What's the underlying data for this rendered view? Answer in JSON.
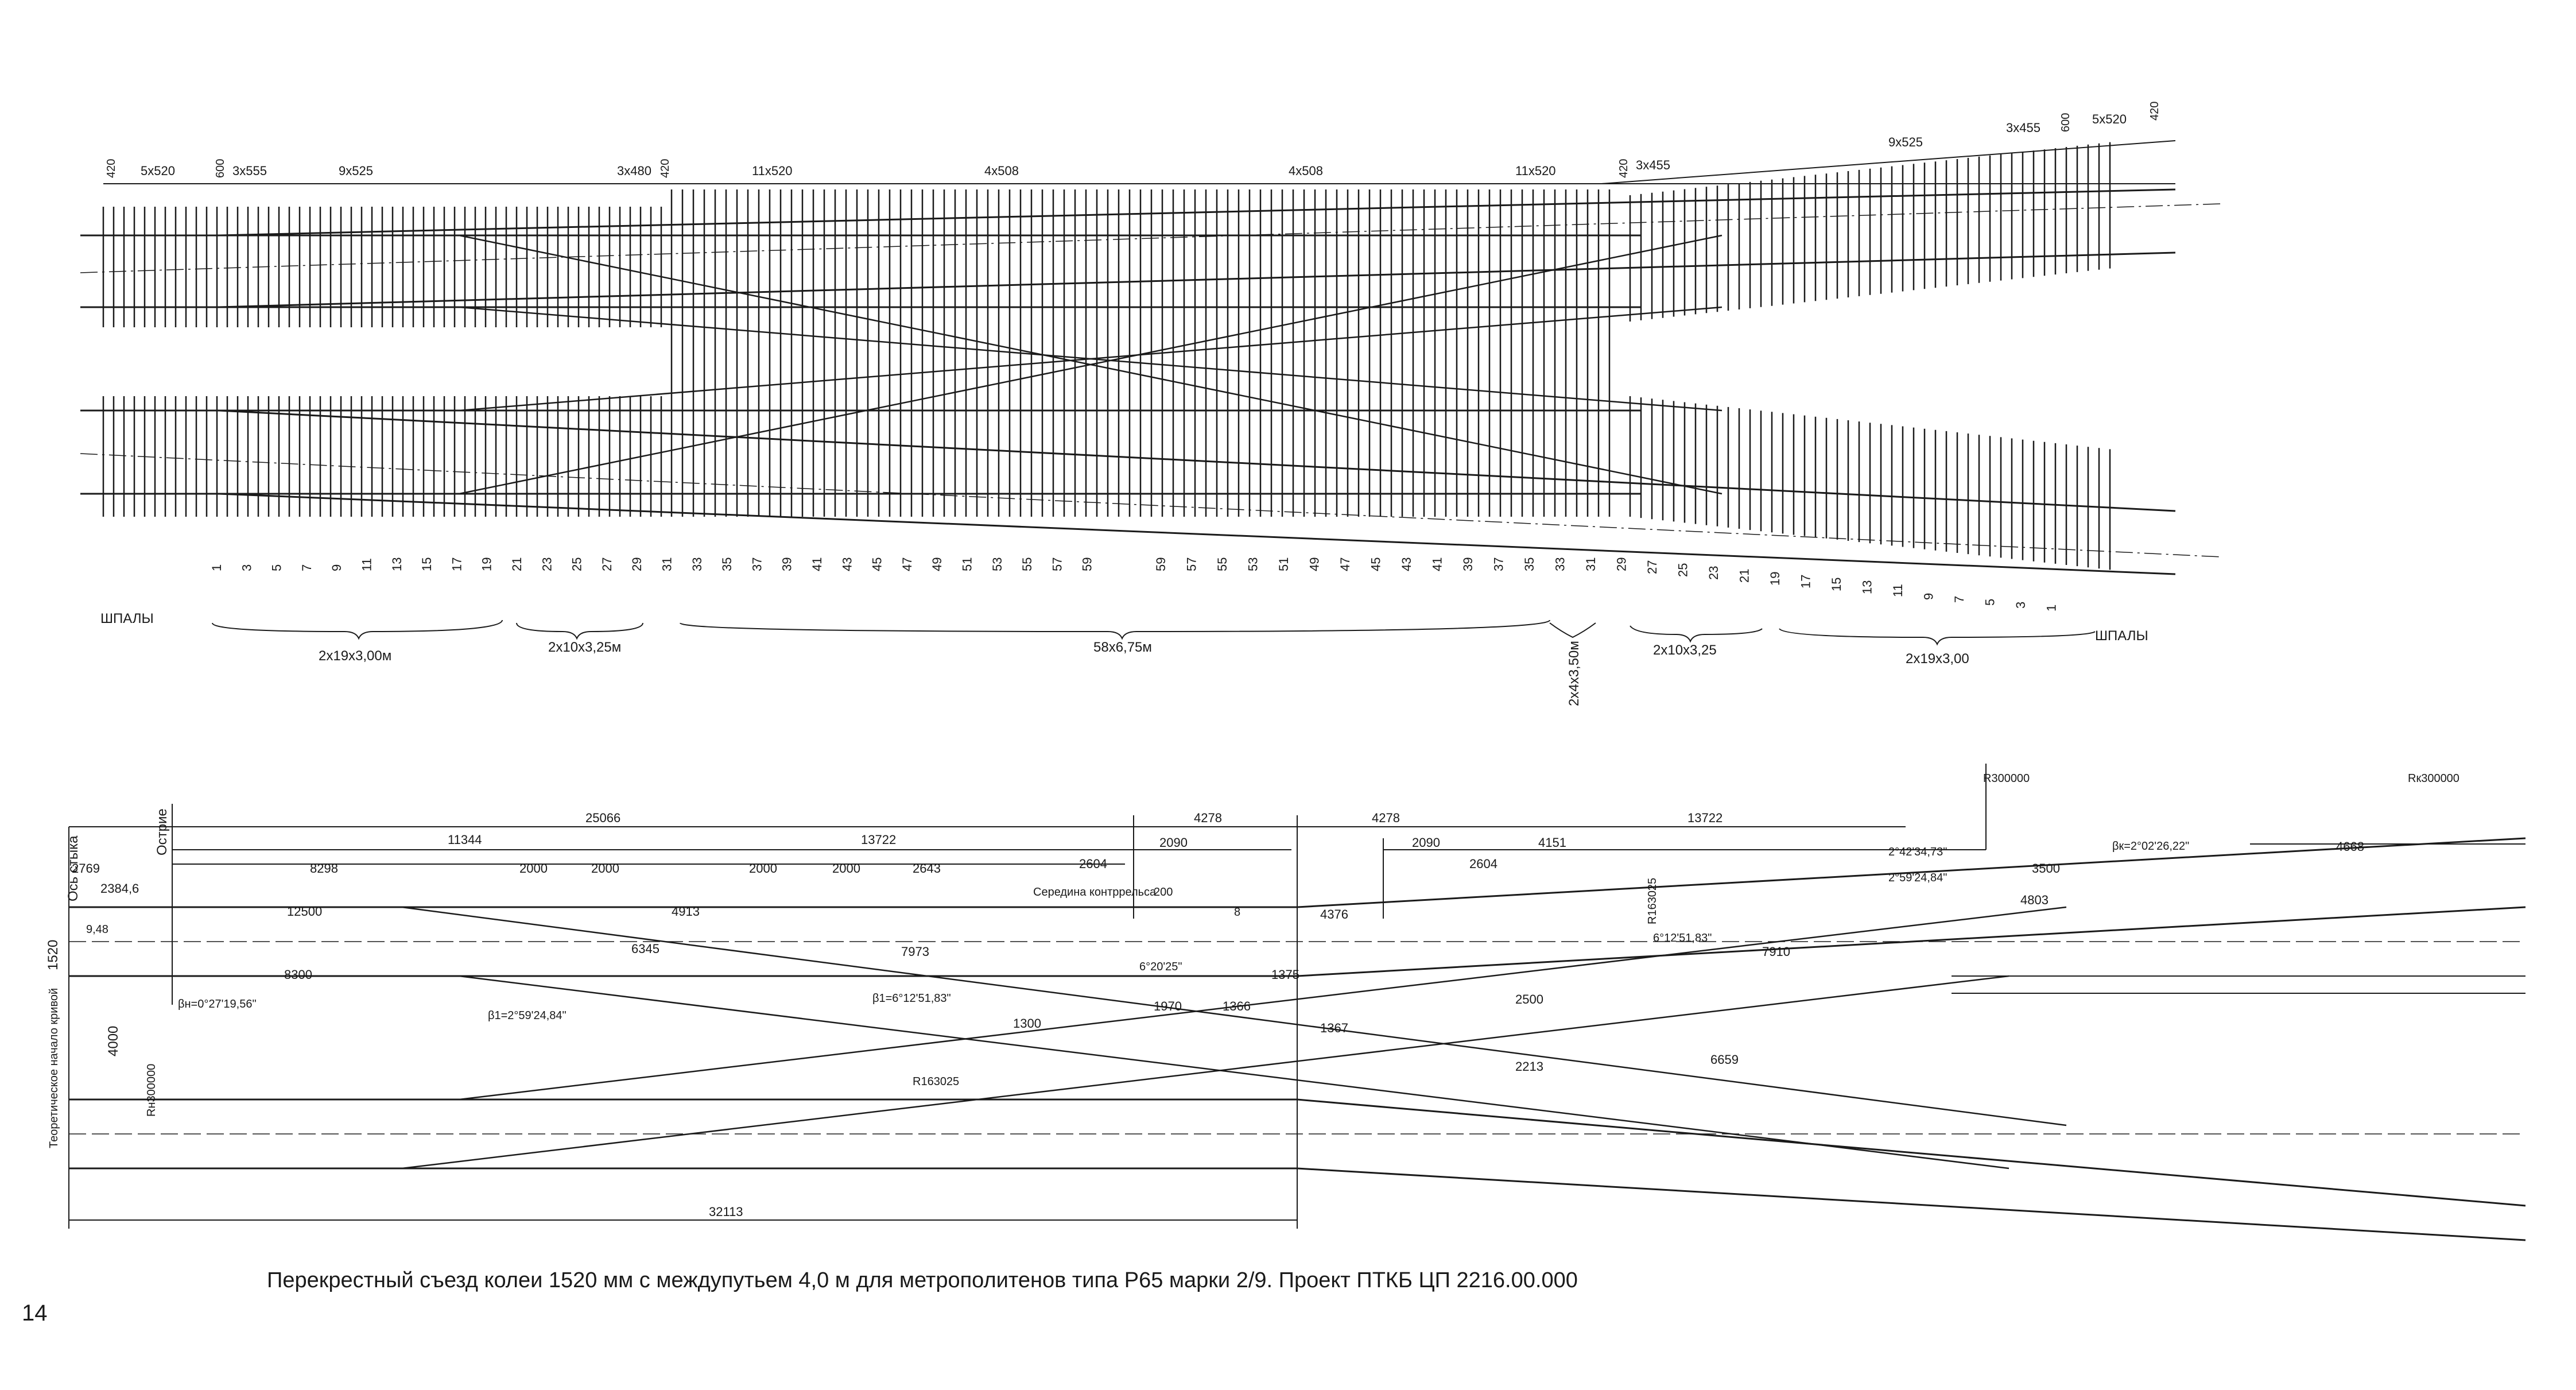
{
  "caption": "Перекрестный съезд колеи 1520 мм с междупутьем 4,0 м для метрополитенов типа Р65 марки 2/9. Проект ПТКБ ЦП 2216.00.000",
  "page_number": "14",
  "top_plan": {
    "sleepers_label_left": "ШПАЛЫ",
    "sleepers_label_right": "ШПАЛЫ",
    "spacing_groups": [
      {
        "text": "420"
      },
      {
        "text": "5x520"
      },
      {
        "text": "600"
      },
      {
        "text": "3x555"
      },
      {
        "text": "9x525"
      },
      {
        "text": "3x480"
      },
      {
        "text": "420"
      },
      {
        "text": "11x520"
      },
      {
        "text": "4x508"
      },
      {
        "text": "4x508"
      },
      {
        "text": "11x520"
      },
      {
        "text": "420"
      },
      {
        "text": "3x455"
      },
      {
        "text": "9x525"
      },
      {
        "text": "3x455"
      },
      {
        "text": "600"
      },
      {
        "text": "5x520"
      },
      {
        "text": "420"
      }
    ],
    "sleeper_numbers_left": [
      "1",
      "3",
      "5",
      "7",
      "9",
      "11",
      "13",
      "15",
      "17",
      "19",
      "21",
      "23",
      "25",
      "27",
      "29",
      "31",
      "33",
      "35",
      "37",
      "39",
      "41",
      "43",
      "45",
      "47",
      "49",
      "51",
      "53",
      "55",
      "57",
      "59"
    ],
    "sleeper_numbers_right": [
      "59",
      "57",
      "55",
      "53",
      "51",
      "49",
      "47",
      "45",
      "43",
      "41",
      "39",
      "37",
      "35",
      "33",
      "31",
      "29",
      "27",
      "25",
      "23",
      "21",
      "19",
      "17",
      "15",
      "13",
      "11",
      "9",
      "7",
      "5",
      "3",
      "1"
    ],
    "sleeper_groups": [
      {
        "text": "2x19x3,00м"
      },
      {
        "text": "2x10x3,25м"
      },
      {
        "text": "58x6,75м"
      },
      {
        "text": "2x4x3,50м"
      },
      {
        "text": "2x10x3,25"
      },
      {
        "text": "2x19x3,00"
      }
    ]
  },
  "bottom_plan": {
    "side_labels": {
      "joint_axis": "Ось стыка",
      "point": "Острие",
      "curve_start": "Теоретическое начало кривой",
      "gauge": "1520",
      "track_spacing": "4000"
    },
    "overall_dims": [
      {
        "text": "25066"
      },
      {
        "text": "4278"
      },
      {
        "text": "4278"
      },
      {
        "text": "13722"
      },
      {
        "text": "11344"
      },
      {
        "text": "13722"
      },
      {
        "text": "8298"
      },
      {
        "text": "2769"
      },
      {
        "text": "2384,6"
      },
      {
        "text": "32113"
      }
    ],
    "segment_dims": [
      {
        "text": "2000"
      },
      {
        "text": "2000"
      },
      {
        "text": "2000"
      },
      {
        "text": "2000"
      },
      {
        "text": "2643"
      },
      {
        "text": "2604"
      },
      {
        "text": "2090"
      },
      {
        "text": "2090"
      },
      {
        "text": "2604"
      },
      {
        "text": "4151"
      },
      {
        "text": "3500"
      },
      {
        "text": "4668"
      },
      {
        "text": "4803"
      },
      {
        "text": "4913"
      },
      {
        "text": "6345"
      },
      {
        "text": "7973"
      },
      {
        "text": "7910"
      },
      {
        "text": "12500"
      },
      {
        "text": "8300"
      },
      {
        "text": "4376"
      },
      {
        "text": "1970"
      },
      {
        "text": "1366"
      },
      {
        "text": "1367"
      },
      {
        "text": "1300"
      },
      {
        "text": "2500"
      },
      {
        "text": "2213"
      },
      {
        "text": "6659"
      },
      {
        "text": "1375"
      }
    ],
    "radius_labels": [
      {
        "text": "R163025"
      },
      {
        "text": "R300000"
      },
      {
        "text": "Rн300000"
      },
      {
        "text": "Rк300000"
      },
      {
        "text": "R163025"
      }
    ],
    "angle_labels": [
      {
        "text": "βн=0°27'19,56\""
      },
      {
        "text": "βк=2°02'26,22\""
      },
      {
        "text": "β1=2°59'24,84\""
      },
      {
        "text": "2°42'34,73\""
      },
      {
        "text": "6°12'51,83\""
      },
      {
        "text": "β1=6°12'51,83\""
      },
      {
        "text": "6°20'25\""
      },
      {
        "text": "2°59'24,84\""
      }
    ],
    "notes": [
      {
        "text": "Середина контррельса"
      },
      {
        "text": "200"
      },
      {
        "text": "9,48"
      },
      {
        "text": "8"
      }
    ]
  }
}
